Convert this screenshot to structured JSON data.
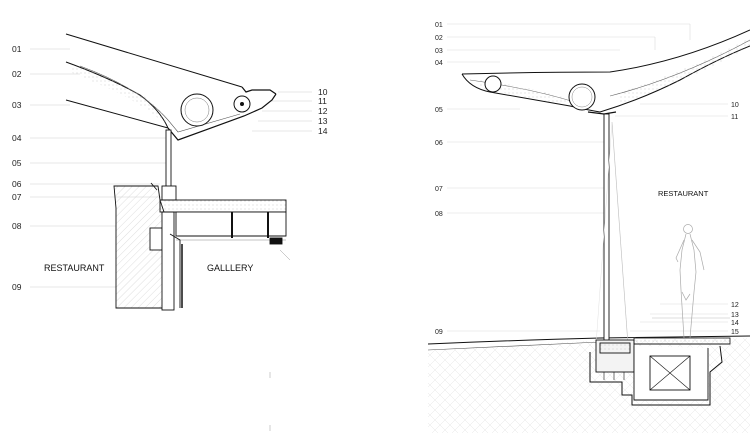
{
  "left_section": {
    "callouts_left": [
      "01",
      "02",
      "03",
      "04",
      "05",
      "06",
      "07",
      "08",
      "09"
    ],
    "callouts_right": [
      "10",
      "11",
      "12",
      "13",
      "14"
    ],
    "rooms": {
      "restaurant": "RESTAURANT",
      "gallery": "GALLLERY"
    }
  },
  "right_section": {
    "callouts_left": [
      "01",
      "02",
      "03",
      "04",
      "05",
      "06",
      "07",
      "08",
      "09"
    ],
    "callouts_right_upper": [
      "10",
      "11"
    ],
    "callouts_right_lower": [
      "12",
      "13",
      "14",
      "15"
    ],
    "rooms": {
      "restaurant": "RESTAURANT"
    }
  }
}
